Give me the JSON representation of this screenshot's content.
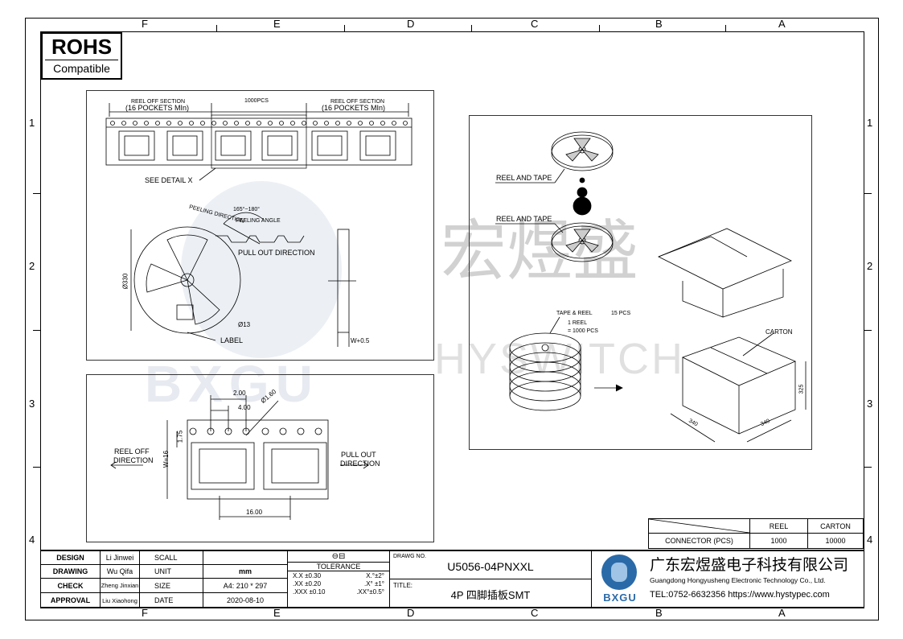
{
  "zones": {
    "top": [
      "F",
      "E",
      "D",
      "C",
      "B",
      "A"
    ],
    "side": [
      "1",
      "2",
      "3",
      "4"
    ]
  },
  "rohs": {
    "title": "ROHS",
    "subtitle": "Compatible"
  },
  "reel_view": {
    "reel_off_left": "REEL OFF SECTION",
    "pockets_left": "(16 POCKETS MIn)",
    "pcs": "1000PCS",
    "reel_off_right": "REEL OFF SECTION",
    "pockets_right": "(16 POCKETS MIn)",
    "see_detail": "SEE DETAIL X",
    "peeling_direction": "PEELING DIRECTION",
    "angle": "165°~180°",
    "peeling_angle": "PEELING ANGLE",
    "pull_out": "PULL OUT DIRECTION",
    "diameter": "Ø330",
    "hub": "Ø13",
    "label": "LABEL",
    "width": "W+0.5"
  },
  "detail_view": {
    "dim1": "2.00",
    "dim2": "4.00",
    "dim3": "Ø1.60",
    "dim4": "1.75",
    "dim5": "W=16",
    "dim6": "16.00",
    "reel_off": "REEL OFF",
    "direction_l": "DIRECTION",
    "pull_out": "PULL OUT",
    "direction_r": "DIRECTION"
  },
  "pack_view": {
    "reel_tape_1": "REEL AND TAPE",
    "reel_tape_2": "REEL AND TAPE",
    "tape_reel": "TAPE & REEL",
    "pcs15": "15 PCS",
    "one_reel": "1 REEL",
    "eq1000": "= 1000 PCS",
    "carton": "CARTON",
    "dim_h": "325",
    "dim_a": "340",
    "dim_b": "340"
  },
  "qty_table": {
    "headers": [
      "REEL",
      "CARTON"
    ],
    "row_label": "CONNECTOR (PCS)",
    "reel": "1000",
    "carton": "10000"
  },
  "title_block": {
    "design": "DESIGN",
    "design_name": "Li Jinwei",
    "scall": "SCALL",
    "drawing": "DRAWING",
    "drawing_name": "Wu Qifa",
    "unit": "UNIT",
    "unit_val": "mm",
    "check": "CHECK",
    "check_name": "Zheng Jinxian",
    "size": "SIZE",
    "size_val": "A4: 210 * 297",
    "approval": "APPROVAL",
    "approval_name": "Liu Xiaohong",
    "date": "DATE",
    "date_val": "2020-08-10",
    "tolerance": "TOLERANCE",
    "tol1a": "X.X  ±0.30",
    "tol1b": "X.°±2°",
    "tol2a": ".XX  ±0.20",
    "tol2b": ".X° ±1°",
    "tol3a": ".XXX ±0.10",
    "tol3b": ".XX°±0.5°",
    "drawing_no_label": "DRAWG NO.",
    "drawing_no": "U5056-04PNXXL",
    "title_label": "TITLE:",
    "title": "4P 四脚插板SMT",
    "company_cn": "广东宏煜盛电子科技有限公司",
    "company_en": "Guangdong Hongyusheng Electronic Technology Co., Ltd.",
    "contact": "TEL:0752-6632356  https://www.hystypec.com",
    "logo_text": "BXGU"
  },
  "watermark": {
    "cn": "宏煜盛",
    "en": "HYSWITCH",
    "logo": "BXGU"
  }
}
